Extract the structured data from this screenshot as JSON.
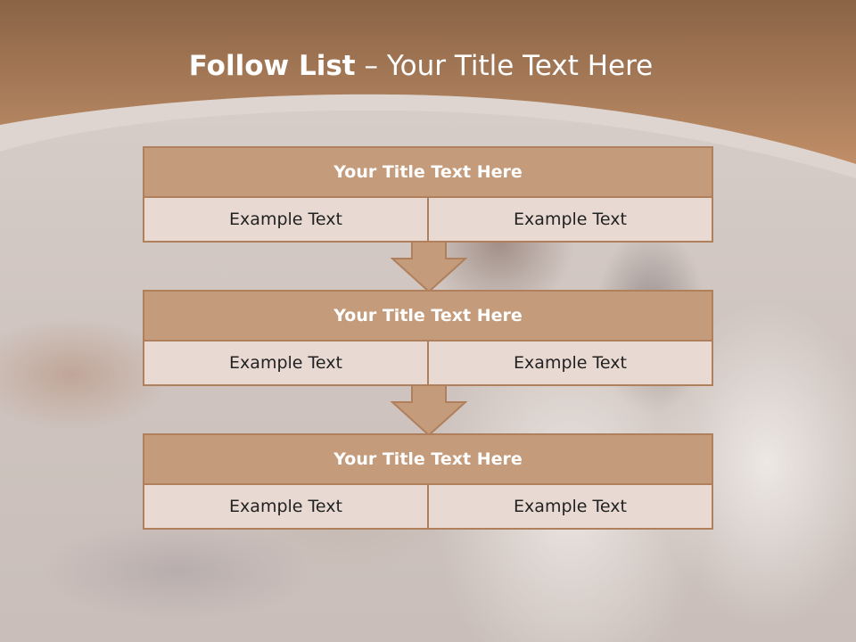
{
  "slide": {
    "title_bold": "Follow List",
    "title_rest": " – Your Title Text Here"
  },
  "colors": {
    "header_brown": "#b4835f",
    "box_title_fill": "#c49b7b",
    "box_cell_fill": "#e8dad2",
    "box_border": "#b07f5c",
    "arrow_fill": "#c49b7b"
  },
  "boxes": [
    {
      "title": "Your Title Text Here",
      "left": "Example Text",
      "right": "Example Text"
    },
    {
      "title": "Your Title Text Here",
      "left": "Example Text",
      "right": "Example Text"
    },
    {
      "title": "Your Title Text Here",
      "left": "Example Text",
      "right": "Example Text"
    }
  ]
}
